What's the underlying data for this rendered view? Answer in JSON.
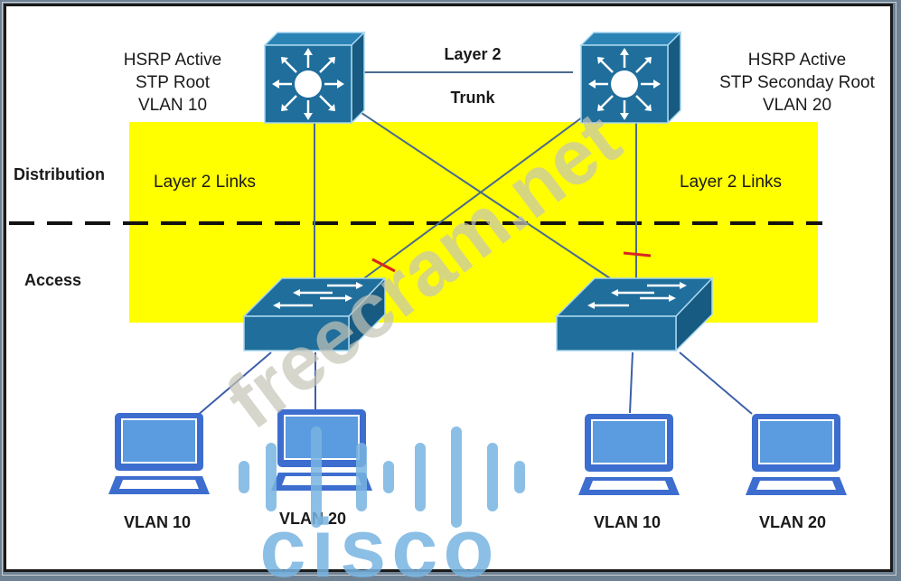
{
  "layers": {
    "distribution_label": "Distribution",
    "access_label": "Access"
  },
  "distribution_switches": [
    {
      "id": "dist-left",
      "annotation": [
        "HSRP Active",
        "STP Root",
        "VLAN 10"
      ]
    },
    {
      "id": "dist-right",
      "annotation": [
        "HSRP Active",
        "STP Seconday Root",
        "VLAN 20"
      ]
    }
  ],
  "trunk_link": {
    "label_top": "Layer 2",
    "label_bottom": "Trunk"
  },
  "link_labels": {
    "left": "Layer 2 Links",
    "right": "Layer 2 Links"
  },
  "access_switches": [
    {
      "id": "access-left"
    },
    {
      "id": "access-right"
    }
  ],
  "hosts": [
    {
      "label": "VLAN 10"
    },
    {
      "label": "VLAN 20"
    },
    {
      "label": "VLAN 10"
    },
    {
      "label": "VLAN 20"
    }
  ],
  "blocked_ports": [
    {
      "link": "access-left to dist-right"
    },
    {
      "link": "access-right to dist-right"
    }
  ],
  "watermarks": {
    "site": "freecram.net",
    "logo": "cisco"
  },
  "colors": {
    "highlight_yellow": "#ffff00",
    "switch_blue": "#1f6e9c",
    "switch_edge": "#a9d7ef",
    "link_line": "#4a6a8f",
    "laptop_blue": "#3d6ecf",
    "laptop_screen": "#5b9be0",
    "blocked_red": "#d8261f",
    "watermark_gray": "#c8c8c8",
    "watermark_olive": "#d4d27a",
    "cisco_blue": "#78b4e0"
  }
}
